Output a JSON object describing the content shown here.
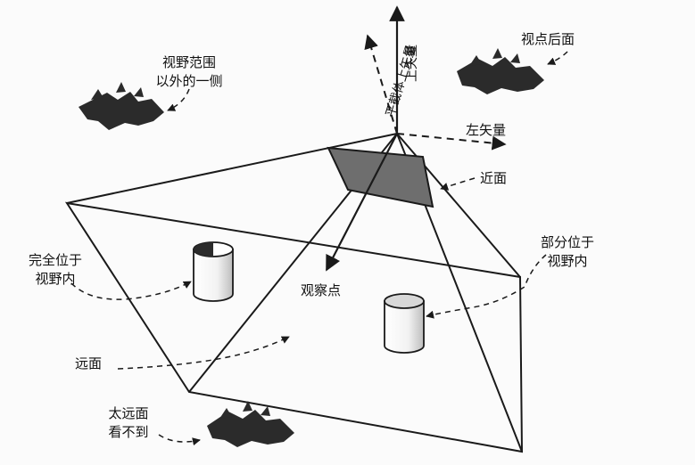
{
  "labels": {
    "up_vector": "上矢量",
    "frustum_up": "平截体上矢量",
    "left_vector": "左矢量",
    "behind_eye": "视点后面",
    "outside_fov_line1": "视野范围",
    "outside_fov_line2": "以外的一侧",
    "near_plane": "近面",
    "partially_inside_line1": "部分位于",
    "partially_inside_line2": "视野内",
    "fully_inside_line1": "完全位于",
    "fully_inside_line2": "视野内",
    "look_at": "观察点",
    "far_plane": "远面",
    "too_far_line1": "太远面",
    "too_far_line2": "看不到"
  },
  "colors": {
    "line": "#1a1a1a",
    "near_plane_fill": "#6e6e6e",
    "object_dark": "#2b2b2b"
  },
  "icons": {
    "culled_object": "bird-silhouette-icon",
    "inside_object": "cylinder-icon"
  }
}
